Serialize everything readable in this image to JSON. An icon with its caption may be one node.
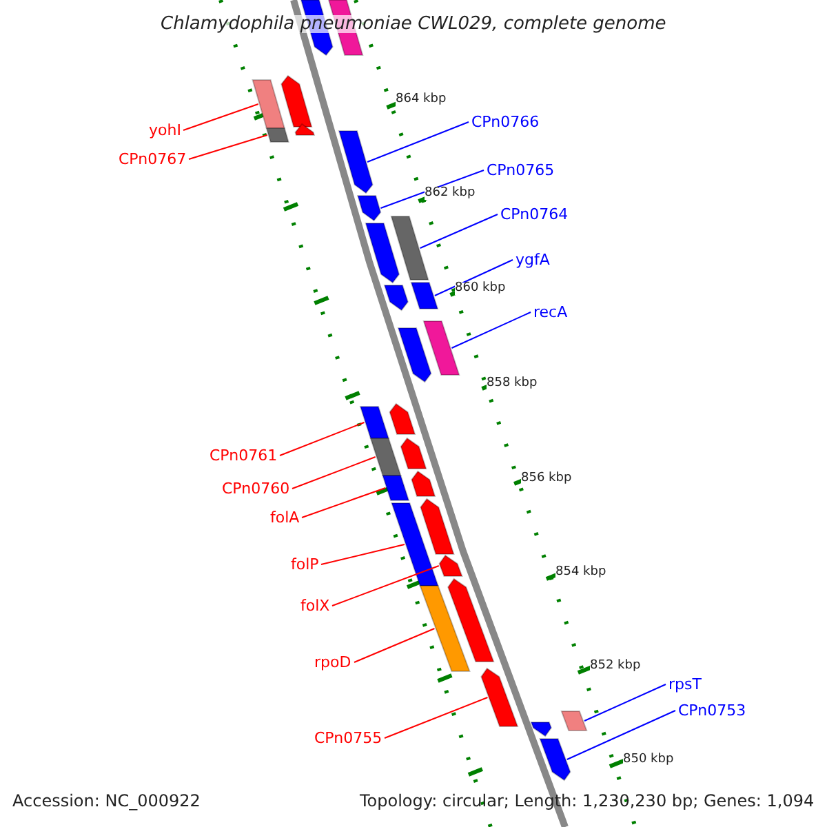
{
  "diagram": {
    "title": "Chlamydophila pneumoniae CWL029, complete genome",
    "nodes": [
      {
        "text": [
          "yohI"
        ]
      },
      {
        "text": [
          "CPn0767"
        ]
      },
      {
        "text": [
          "CPn0766"
        ]
      },
      {
        "text": [
          "CPn0765"
        ]
      },
      {
        "text": [
          "CPn0764"
        ]
      },
      {
        "text": [
          "ygfA"
        ]
      },
      {
        "text": [
          "recA"
        ]
      },
      {
        "text": [
          "CPn0761"
        ]
      },
      {
        "text": [
          "CPn0760"
        ]
      },
      {
        "text": [
          "folA"
        ]
      },
      {
        "text": [
          "folP"
        ]
      },
      {
        "text": [
          "folX"
        ]
      },
      {
        "text": [
          "rpoD"
        ]
      },
      {
        "text": [
          "CPn0755"
        ]
      },
      {
        "text": [
          "rpsT"
        ]
      },
      {
        "text": [
          "CPn0753"
        ]
      },
      {
        "text": [],
        "shape": "bar"
      },
      {
        "text": [],
        "shape": "bar"
      },
      {
        "text": [],
        "shape": "bar"
      },
      {
        "text": [],
        "shape": "bar"
      },
      {
        "text": [],
        "shape": "bar"
      },
      {
        "text": [],
        "shape": "bar"
      },
      {
        "text": [],
        "shape": "bar"
      },
      {
        "text": [],
        "shape": "bar"
      },
      {
        "text": [],
        "shape": "bar"
      },
      {
        "text": [],
        "shape": "bar"
      },
      {
        "text": [],
        "shape": "bar"
      },
      {
        "text": [],
        "shape": "bar"
      },
      {
        "text": [],
        "shape": "bar"
      },
      {
        "text": [],
        "shape": "bar"
      },
      {
        "text": [],
        "shape": "bar"
      },
      {
        "text": [],
        "shape": "bar"
      },
      {
        "text": [],
        "shape": "bar"
      },
      {
        "text": [],
        "shape": "bar"
      },
      {
        "text": [],
        "shape": "bar"
      },
      {
        "text": [],
        "shape": "bar"
      },
      {
        "text": [],
        "shape": "bar"
      },
      {
        "text": [],
        "shape": "bar"
      },
      {
        "text": [],
        "shape": "bar"
      },
      {
        "text": [],
        "shape": "bar"
      },
      {
        "text": [],
        "shape": "bar"
      },
      {
        "text": [],
        "shape": "bar"
      },
      {
        "text": [],
        "shape": "bar"
      },
      {
        "text": [],
        "shape": "bar"
      },
      {
        "text": [],
        "shape": "bar"
      }
    ],
    "edges": [
      {
        "from": 0,
        "to": 16,
        "arrow": "none"
      },
      {
        "from": 1,
        "to": 17,
        "arrow": "none"
      },
      {
        "from": 2,
        "to": 18,
        "arrow": "none",
        "color": "#0000ff"
      },
      {
        "from": 3,
        "to": 19,
        "arrow": "none",
        "color": "#0000ff"
      },
      {
        "from": 4,
        "to": 20,
        "arrow": "none",
        "color": "#0000ff"
      },
      {
        "from": 5,
        "to": 21,
        "arrow": "none",
        "color": "#0000ff"
      },
      {
        "from": 6,
        "to": 22,
        "arrow": "none",
        "color": "#0000ff"
      },
      {
        "from": 7,
        "to": 23,
        "arrow": "none"
      },
      {
        "from": 8,
        "to": 24,
        "arrow": "none"
      },
      {
        "from": 9,
        "to": 25,
        "arrow": "none"
      },
      {
        "from": 10,
        "to": 26,
        "arrow": "none"
      },
      {
        "from": 11,
        "to": 27,
        "arrow": "none"
      },
      {
        "from": 12,
        "to": 28,
        "arrow": "none"
      },
      {
        "from": 13,
        "to": 29,
        "arrow": "none"
      },
      {
        "from": 14,
        "to": 30,
        "arrow": "none",
        "color": "#0000ff"
      },
      {
        "from": 15,
        "to": 31,
        "arrow": "none",
        "color": "#0000ff"
      }
    ],
    "labels": [
      "864 kbp",
      "862 kbp",
      "860 kbp",
      "858 kbp",
      "856 kbp",
      "854 kbp",
      "852 kbp",
      "850 kbp",
      "Accession: NC_000922",
      "Topology: circular; Length: 1,230,230 bp; Genes: 1,094"
    ]
  }
}
